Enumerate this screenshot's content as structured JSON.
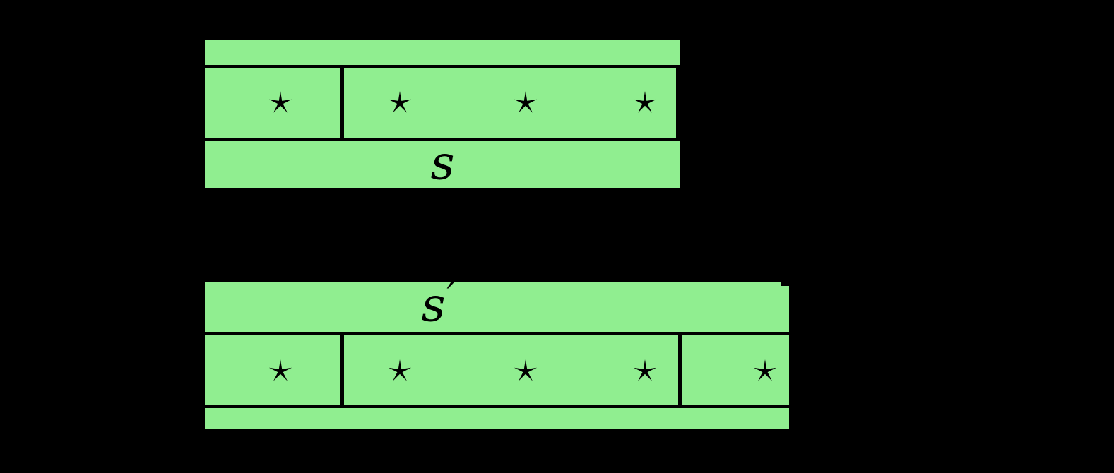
{
  "figure": {
    "background": "#000000",
    "cell_fill": "#90ee90",
    "line_color": "#000000",
    "star_glyph": "⋆",
    "top_diagram": {
      "label": "s",
      "cells_star_counts": [
        1,
        3
      ],
      "total_stars": 4
    },
    "bottom_diagram": {
      "label": "s′",
      "label_base": "s",
      "label_prime": "′",
      "cells_star_counts": [
        1,
        3,
        1
      ],
      "total_stars": 5
    }
  }
}
